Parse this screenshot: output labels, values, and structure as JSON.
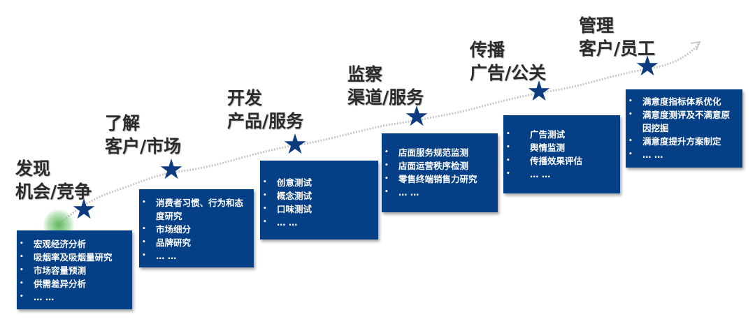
{
  "stages": [
    {
      "title": [
        "发现",
        "机会/竞争"
      ],
      "items": [
        "宏观经济分析",
        "吸烟率及吸烟量研究",
        "市场容量预测",
        "供需差异分析",
        "… …"
      ]
    },
    {
      "title": [
        "了解",
        "客户/市场"
      ],
      "items": [
        "消费者习惯、行为和态度研究",
        "市场细分",
        "品牌研究",
        "… …"
      ]
    },
    {
      "title": [
        "开发",
        "产品/服务"
      ],
      "items": [
        "创意测试",
        "概念测试",
        "口味测试",
        "… …"
      ]
    },
    {
      "title": [
        "监察",
        "渠道/服务"
      ],
      "items": [
        "店面服务规范监测",
        "店面运营秩序检测",
        "零售终端销售力研究",
        "… …"
      ]
    },
    {
      "title": [
        "传播",
        "广告/公关"
      ],
      "items": [
        "广告测试",
        "舆情监测",
        "传播效果评估",
        "… …"
      ]
    },
    {
      "title": [
        "管理",
        "客户/员工"
      ],
      "items": [
        "满意度指标体系优化",
        "满意度测评及不满意原因挖掘",
        "满意度提升方案制定",
        "… …"
      ]
    }
  ],
  "colors": {
    "box": "#053f85",
    "star": "#0d3b80",
    "title": "#2b2b2b"
  }
}
